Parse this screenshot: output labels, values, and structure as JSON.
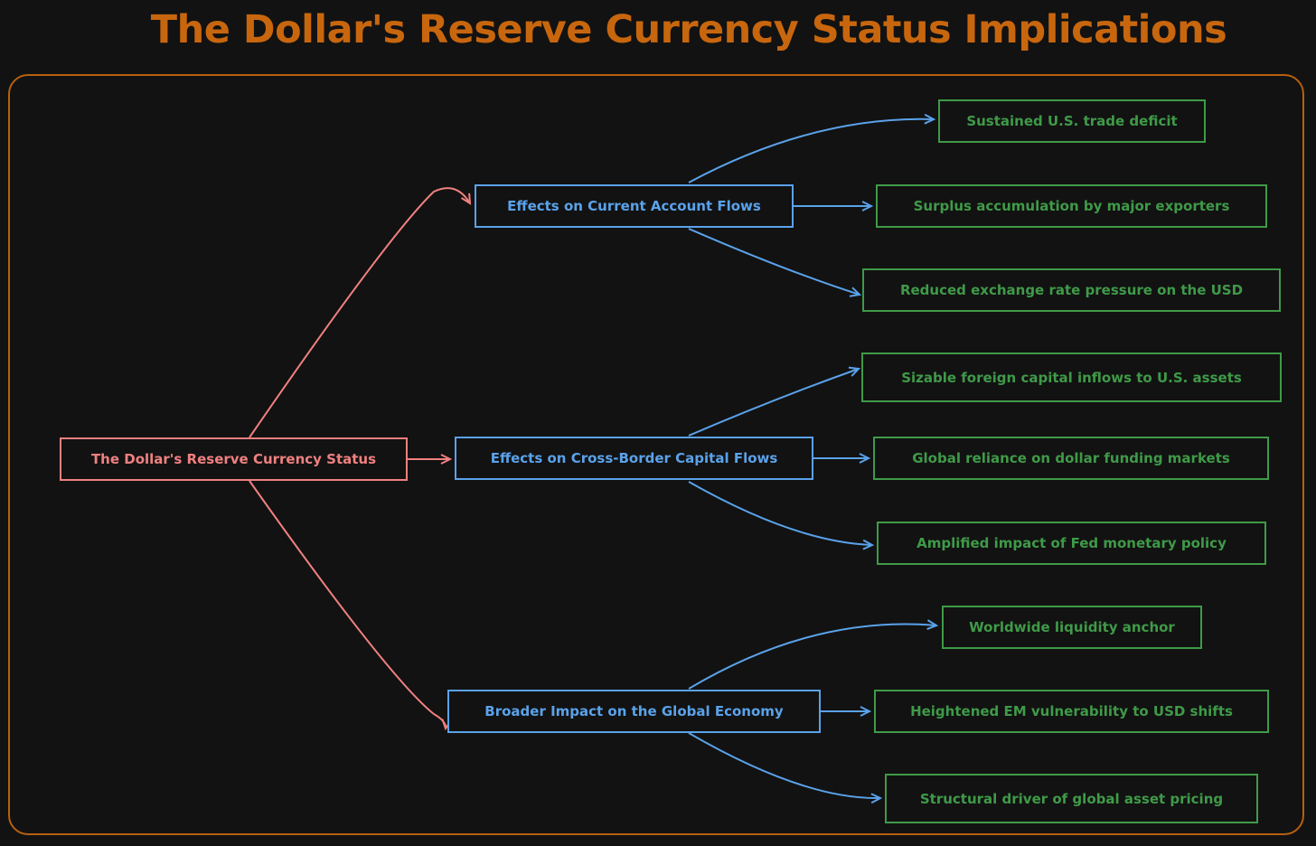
{
  "title": "The Dollar's Reserve Currency Status Implications",
  "colors": {
    "title": "#c8660e",
    "frame": "#b5600f",
    "root": "#f08080",
    "category": "#5aa2ea",
    "leaf": "#3f9a48",
    "background": "#121212"
  },
  "root": {
    "label": "The Dollar's Reserve Currency Status"
  },
  "categories": [
    {
      "label": "Effects on Current Account Flows",
      "leaves": [
        "Sustained U.S. trade deficit",
        "Surplus accumulation by major exporters",
        "Reduced exchange rate pressure on the USD"
      ]
    },
    {
      "label": "Effects on Cross-Border Capital Flows",
      "leaves": [
        "Sizable foreign capital inflows to U.S. assets",
        "Global reliance on dollar funding markets",
        "Amplified impact of Fed monetary policy"
      ]
    },
    {
      "label": "Broader Impact on the Global Economy",
      "leaves": [
        "Worldwide liquidity anchor",
        "Heightened EM vulnerability to USD shifts",
        "Structural driver of global asset pricing"
      ]
    }
  ]
}
